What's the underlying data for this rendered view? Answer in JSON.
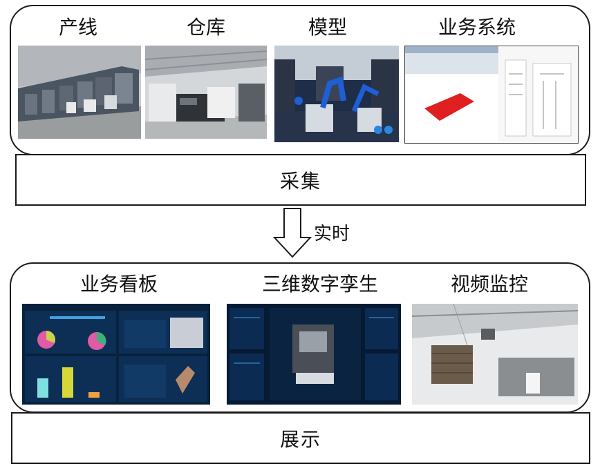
{
  "acquisition": {
    "sources": [
      {
        "label": "产线",
        "image": "production-line-photo"
      },
      {
        "label": "仓库",
        "image": "warehouse-photo"
      },
      {
        "label": "模型",
        "image": "robot-model-render"
      },
      {
        "label": "业务系统",
        "image": "business-system-screenshot"
      }
    ]
  },
  "collect_label": "采集",
  "arrow_label": "实时",
  "presentation": {
    "views": [
      {
        "label": "业务看板",
        "image": "business-dashboard-screenshot"
      },
      {
        "label": "三维数字孪生",
        "image": "3d-digital-twin-screenshot"
      },
      {
        "label": "视频监控",
        "image": "video-surveillance-frame"
      }
    ]
  },
  "display_label": "展示",
  "colors": {
    "border": "#1a1a1a",
    "dashboard_bg": "#0b2a4a",
    "accent_red": "#e02020"
  }
}
